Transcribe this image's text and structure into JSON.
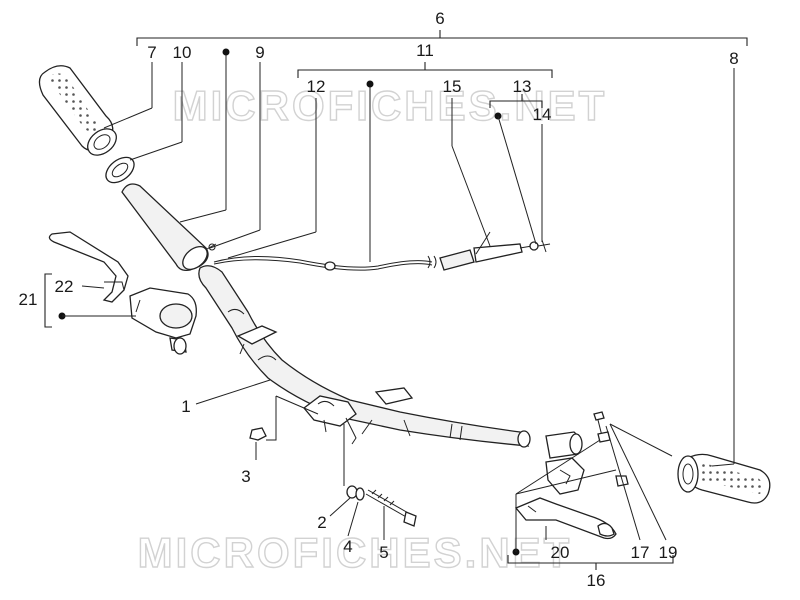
{
  "watermark": "MICROFICHES.NET",
  "callouts": {
    "c1": "1",
    "c2": "2",
    "c3": "3",
    "c4": "4",
    "c5": "5",
    "c6": "6",
    "c7": "7",
    "c8": "8",
    "c9": "9",
    "c10": "10",
    "c11": "11",
    "c12": "12",
    "c13": "13",
    "c14": "14",
    "c15": "15",
    "c16": "16",
    "c17": "17",
    "c19": "19",
    "c20": "20",
    "c21": "21",
    "c22": "22"
  }
}
